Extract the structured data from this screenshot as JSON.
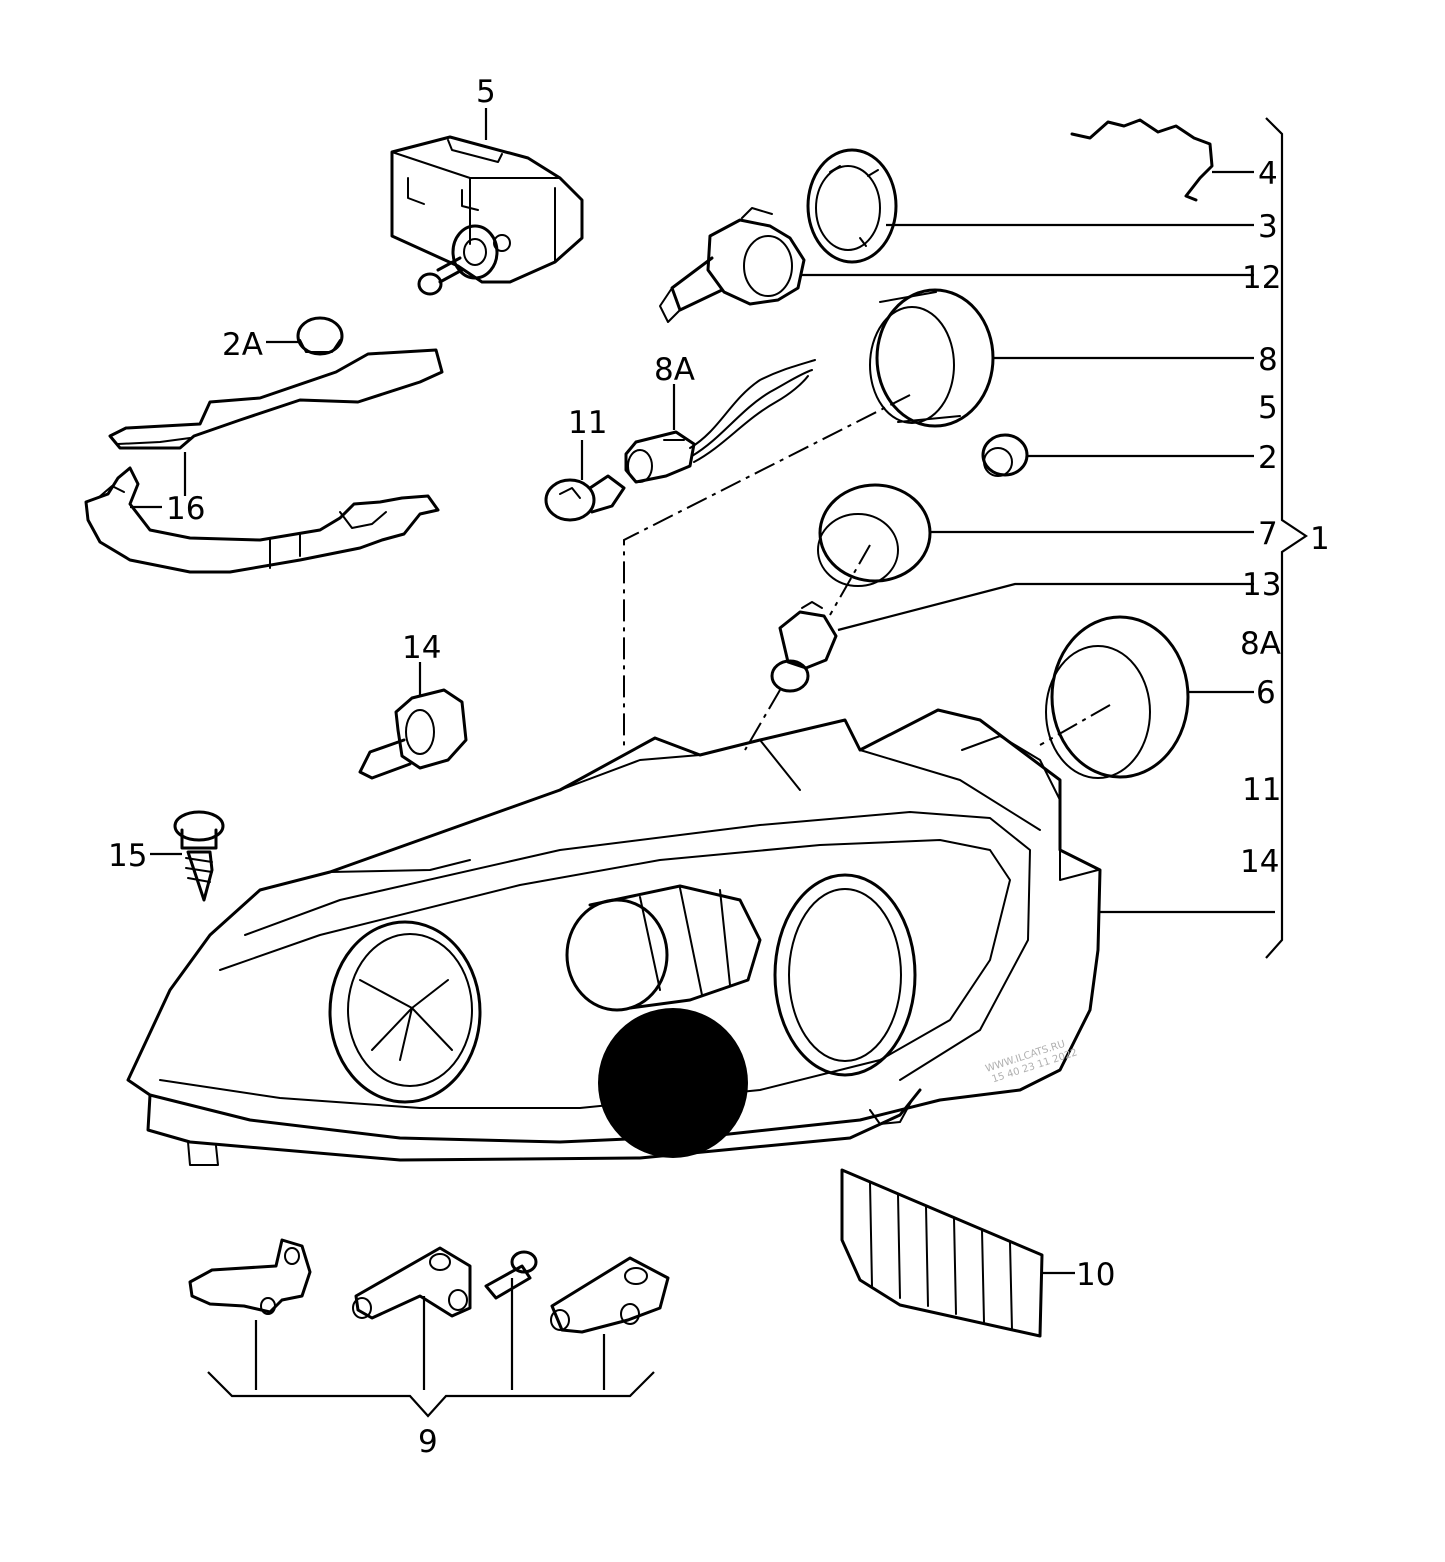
{
  "labels": {
    "l5_top": "5",
    "l4": "4",
    "l3": "3",
    "l12": "12",
    "l8": "8",
    "l5_list": "5",
    "l2": "2",
    "l7": "7",
    "l1": "1",
    "l13": "13",
    "l8a_list": "8A",
    "l6": "6",
    "l11_list": "11",
    "l14_list": "14",
    "l2a": "2A",
    "l16": "16",
    "l8a": "8A",
    "l11": "11",
    "l14": "14",
    "l15": "15",
    "l10": "10",
    "l9": "9"
  },
  "watermark": {
    "line1": "WWW.ILCATS.RU",
    "line2": "15 40 23 11 2022"
  },
  "colors": {
    "line": "#000000",
    "background": "#ffffff",
    "watermark": "#b0b0b0"
  }
}
